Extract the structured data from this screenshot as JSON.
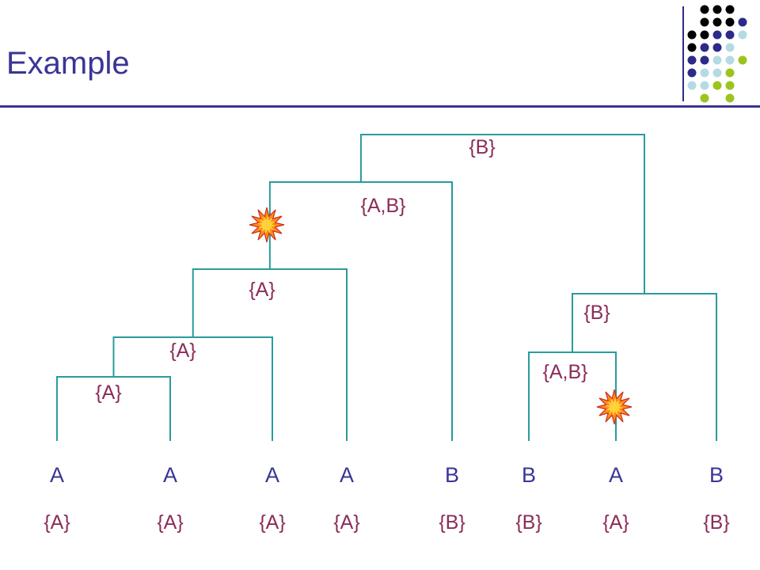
{
  "title": "Example",
  "colors": {
    "title": "#3a3595",
    "rule": "#3a3595",
    "tree_lines": "#2a9b9b",
    "set_labels": "#8b2d5a",
    "leaf_labels": "#3a3595",
    "dot_black": "#000000",
    "dot_navy": "#2e2a8a",
    "dot_light_blue": "#b4dbe3",
    "dot_green": "#9cc41c"
  },
  "leaves": [
    {
      "label": "A",
      "set": "{A}"
    },
    {
      "label": "A",
      "set": "{A}"
    },
    {
      "label": "A",
      "set": "{A}"
    },
    {
      "label": "A",
      "set": "{A}"
    },
    {
      "label": "B",
      "set": "{B}"
    },
    {
      "label": "B",
      "set": "{B}"
    },
    {
      "label": "A",
      "set": "{A}"
    },
    {
      "label": "B",
      "set": "{B}"
    }
  ],
  "internal_nodes": [
    {
      "id": "n1",
      "set": "{A}"
    },
    {
      "id": "n2",
      "set": "{A}"
    },
    {
      "id": "n3",
      "set": "{A}"
    },
    {
      "id": "n4",
      "set": "{A,B}"
    },
    {
      "id": "root",
      "set": "{B}"
    },
    {
      "id": "n5",
      "set": "{A,B}"
    },
    {
      "id": "n6",
      "set": "{B}"
    }
  ],
  "markers": [
    {
      "name": "mutation-burst-left-icon"
    },
    {
      "name": "mutation-burst-right-icon"
    }
  ]
}
